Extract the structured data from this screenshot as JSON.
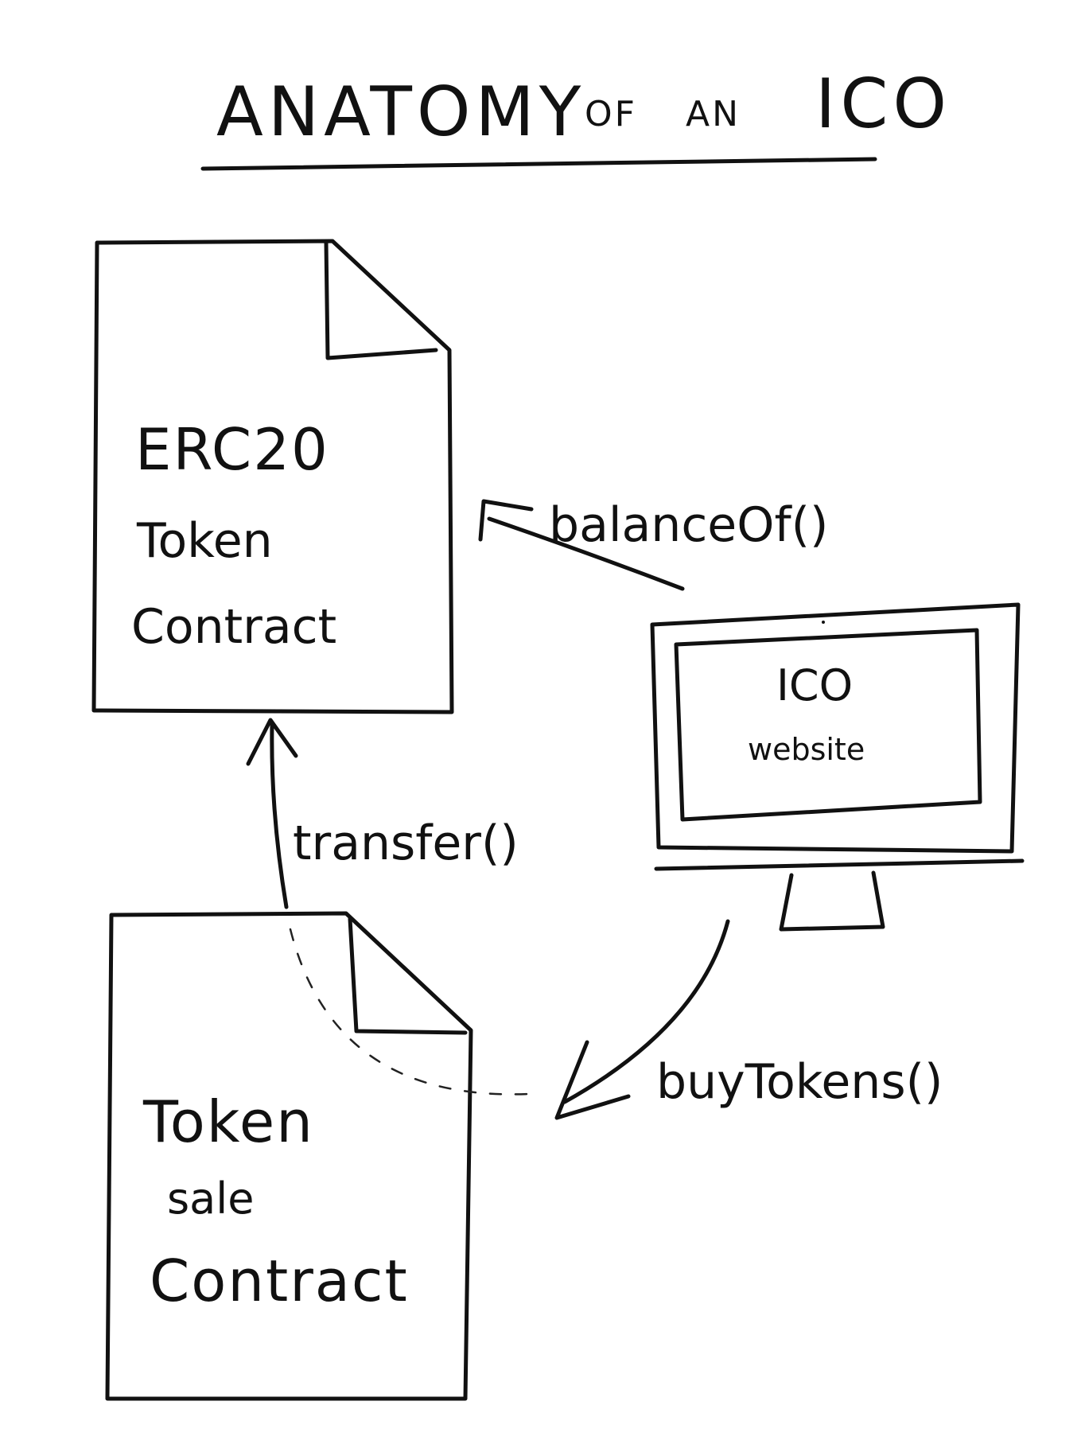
{
  "title": {
    "main_1": "ANATOMY",
    "main_2": "OF",
    "main_3": "AN",
    "main_4": "ICO"
  },
  "nodes": {
    "erc20": {
      "line1": "ERC20",
      "line2": "Token",
      "line3": "Contract"
    },
    "token_sale": {
      "line1": "Token",
      "line2": "sale",
      "line3": "Contract"
    },
    "ico_website": {
      "line1": "ICO",
      "line2": "website"
    }
  },
  "edges": {
    "balance_of": "balanceOf()",
    "transfer": "transfer()",
    "buy_tokens": "buyTokens()"
  },
  "colors": {
    "ink": "#111111",
    "paper": "#ffffff"
  }
}
